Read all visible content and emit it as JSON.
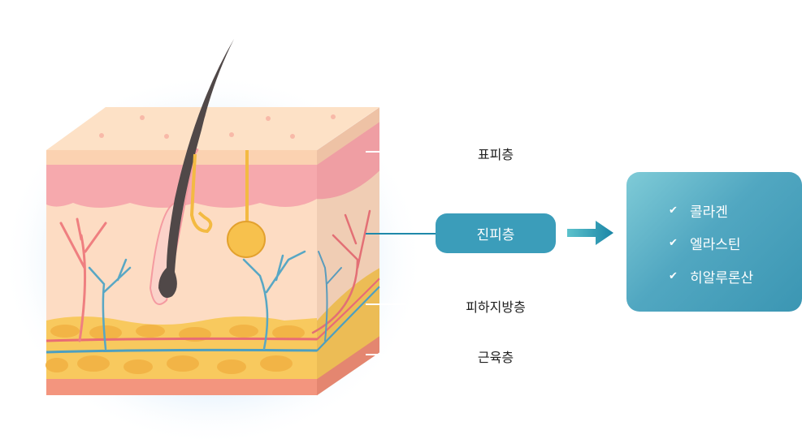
{
  "labels": {
    "epidermis": "표피층",
    "dermis": "진피층",
    "subcutaneous": "피하지방층",
    "muscle": "근육층"
  },
  "dermis_components": [
    "콜라겐",
    "엘라스틴",
    "히알루론산"
  ],
  "colors": {
    "accent": "#3b9dba",
    "box_gradient_start": "#7fcbd7",
    "box_gradient_end": "#3b96b3"
  }
}
